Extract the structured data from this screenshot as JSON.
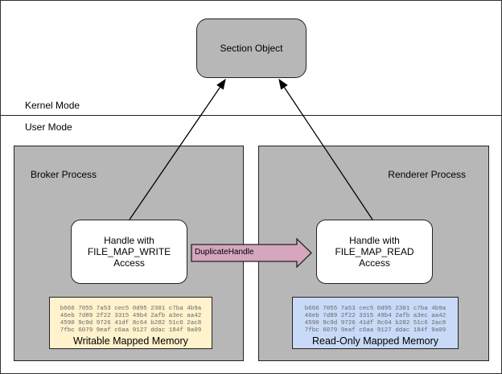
{
  "section_object": "Section Object",
  "kernel_mode": "Kernel Mode",
  "user_mode": "User Mode",
  "broker": {
    "title": "Broker Process",
    "handle": [
      "Handle with",
      "FILE_MAP_WRITE",
      "Access"
    ],
    "memory_title": "Writable Mapped Memory",
    "memory_color": "#fff2cc"
  },
  "renderer": {
    "title": "Renderer Process",
    "handle": [
      "Handle with",
      "FILE_MAP_READ",
      "Access"
    ],
    "memory_title": "Read-Only Mapped Memory",
    "memory_color": "#c9daf8"
  },
  "duplicate_handle": "DuplicateHandle",
  "hex_lines": [
    "b666 7055 7a53 cec5 0d95 2301 c7ba 4b9a",
    "46eb 7d89 2f22 3315 49b4 2afb a3ec aa42",
    "4590 9c9d 9726 41df 8c64 b282 51c6 2ac8",
    "7fbc 6079 9eaf c6aa 9127 ddac 184f 9a09"
  ],
  "colors": {
    "process_fill": "#b7b7b7",
    "arrow_fill": "#d5a6bd"
  }
}
